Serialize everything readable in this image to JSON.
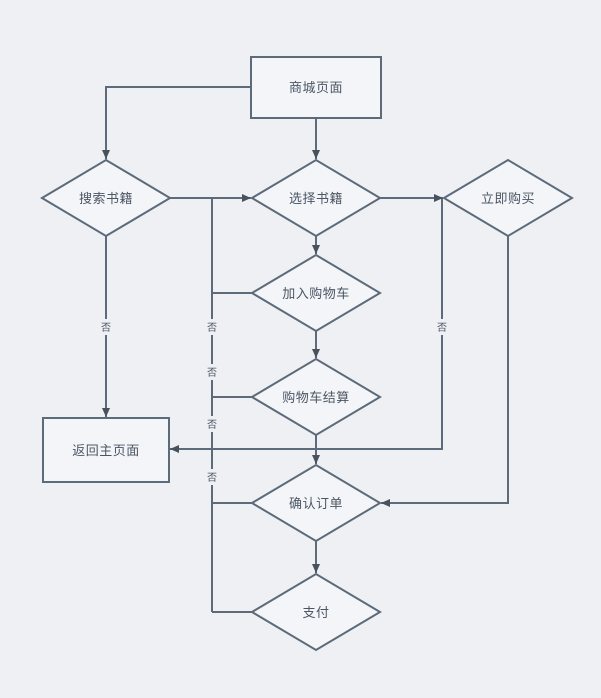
{
  "page": {
    "background_color": "#eef0f4"
  },
  "diagram": {
    "type": "flowchart",
    "colors": {
      "line": "#5c6a79",
      "arrowhead": "#47525e",
      "node_fill": "#f4f5f9",
      "node_border": "#5c6a79",
      "text": "#4b5663"
    },
    "nodes": [
      {
        "id": "mall-page",
        "shape": "rect",
        "label": "商城页面"
      },
      {
        "id": "search-books",
        "shape": "diamond",
        "label": "搜索书籍"
      },
      {
        "id": "select-books",
        "shape": "diamond",
        "label": "选择书籍"
      },
      {
        "id": "buy-now",
        "shape": "diamond",
        "label": "立即购买"
      },
      {
        "id": "add-to-cart",
        "shape": "diamond",
        "label": "加入购物车"
      },
      {
        "id": "cart-checkout",
        "shape": "diamond",
        "label": "购物车结算"
      },
      {
        "id": "return-home",
        "shape": "rect",
        "label": "返回主页面"
      },
      {
        "id": "confirm-order",
        "shape": "diamond",
        "label": "确认订单"
      },
      {
        "id": "pay",
        "shape": "diamond",
        "label": "支付"
      }
    ],
    "edges": [
      {
        "from": "mall-page",
        "to": "search-books"
      },
      {
        "from": "mall-page",
        "to": "select-books"
      },
      {
        "from": "search-books",
        "to": "select-books"
      },
      {
        "from": "select-books",
        "to": "buy-now"
      },
      {
        "from": "select-books",
        "to": "add-to-cart"
      },
      {
        "from": "add-to-cart",
        "to": "cart-checkout"
      },
      {
        "from": "cart-checkout",
        "to": "confirm-order"
      },
      {
        "from": "confirm-order",
        "to": "pay"
      },
      {
        "from": "search-books",
        "to": "return-home",
        "label": "否"
      },
      {
        "from": "buy-now",
        "to": "return-home",
        "label": "否"
      },
      {
        "from": "buy-now",
        "to": "confirm-order"
      },
      {
        "from": "add-to-cart",
        "to": "select-books",
        "label": "否"
      },
      {
        "from": "cart-checkout",
        "to": "select-books",
        "label": "否"
      },
      {
        "from": "confirm-order",
        "to": "select-books",
        "label": "否"
      },
      {
        "from": "pay",
        "to": "select-books",
        "label": "否"
      }
    ],
    "edge_labels": [
      {
        "id": "no-search-branch",
        "text": "否"
      },
      {
        "id": "no-feedback-top",
        "text": "否"
      },
      {
        "id": "no-buynow-branch",
        "text": "否"
      },
      {
        "id": "no-feedback-mid1",
        "text": "否"
      },
      {
        "id": "no-feedback-mid2",
        "text": "否"
      },
      {
        "id": "no-feedback-bottom",
        "text": "否"
      }
    ]
  }
}
